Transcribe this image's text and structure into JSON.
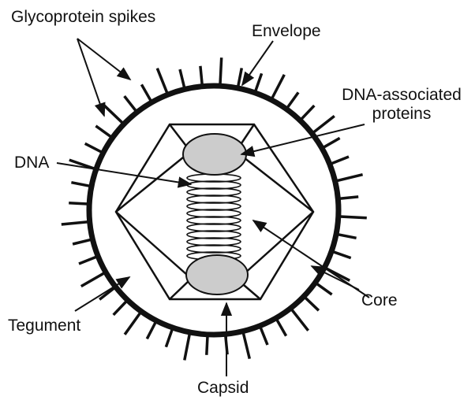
{
  "labels": {
    "glycoprotein_spikes": "Glycoprotein spikes",
    "envelope": "Envelope",
    "dna_associated_proteins_line1": "DNA-associated",
    "dna_associated_proteins_line2": "proteins",
    "dna": "DNA",
    "tegument": "Tegument",
    "core": "Core",
    "capsid": "Capsid"
  },
  "colors": {
    "stroke": "#111111",
    "protein_fill": "#cccccc",
    "background": "#ffffff"
  }
}
